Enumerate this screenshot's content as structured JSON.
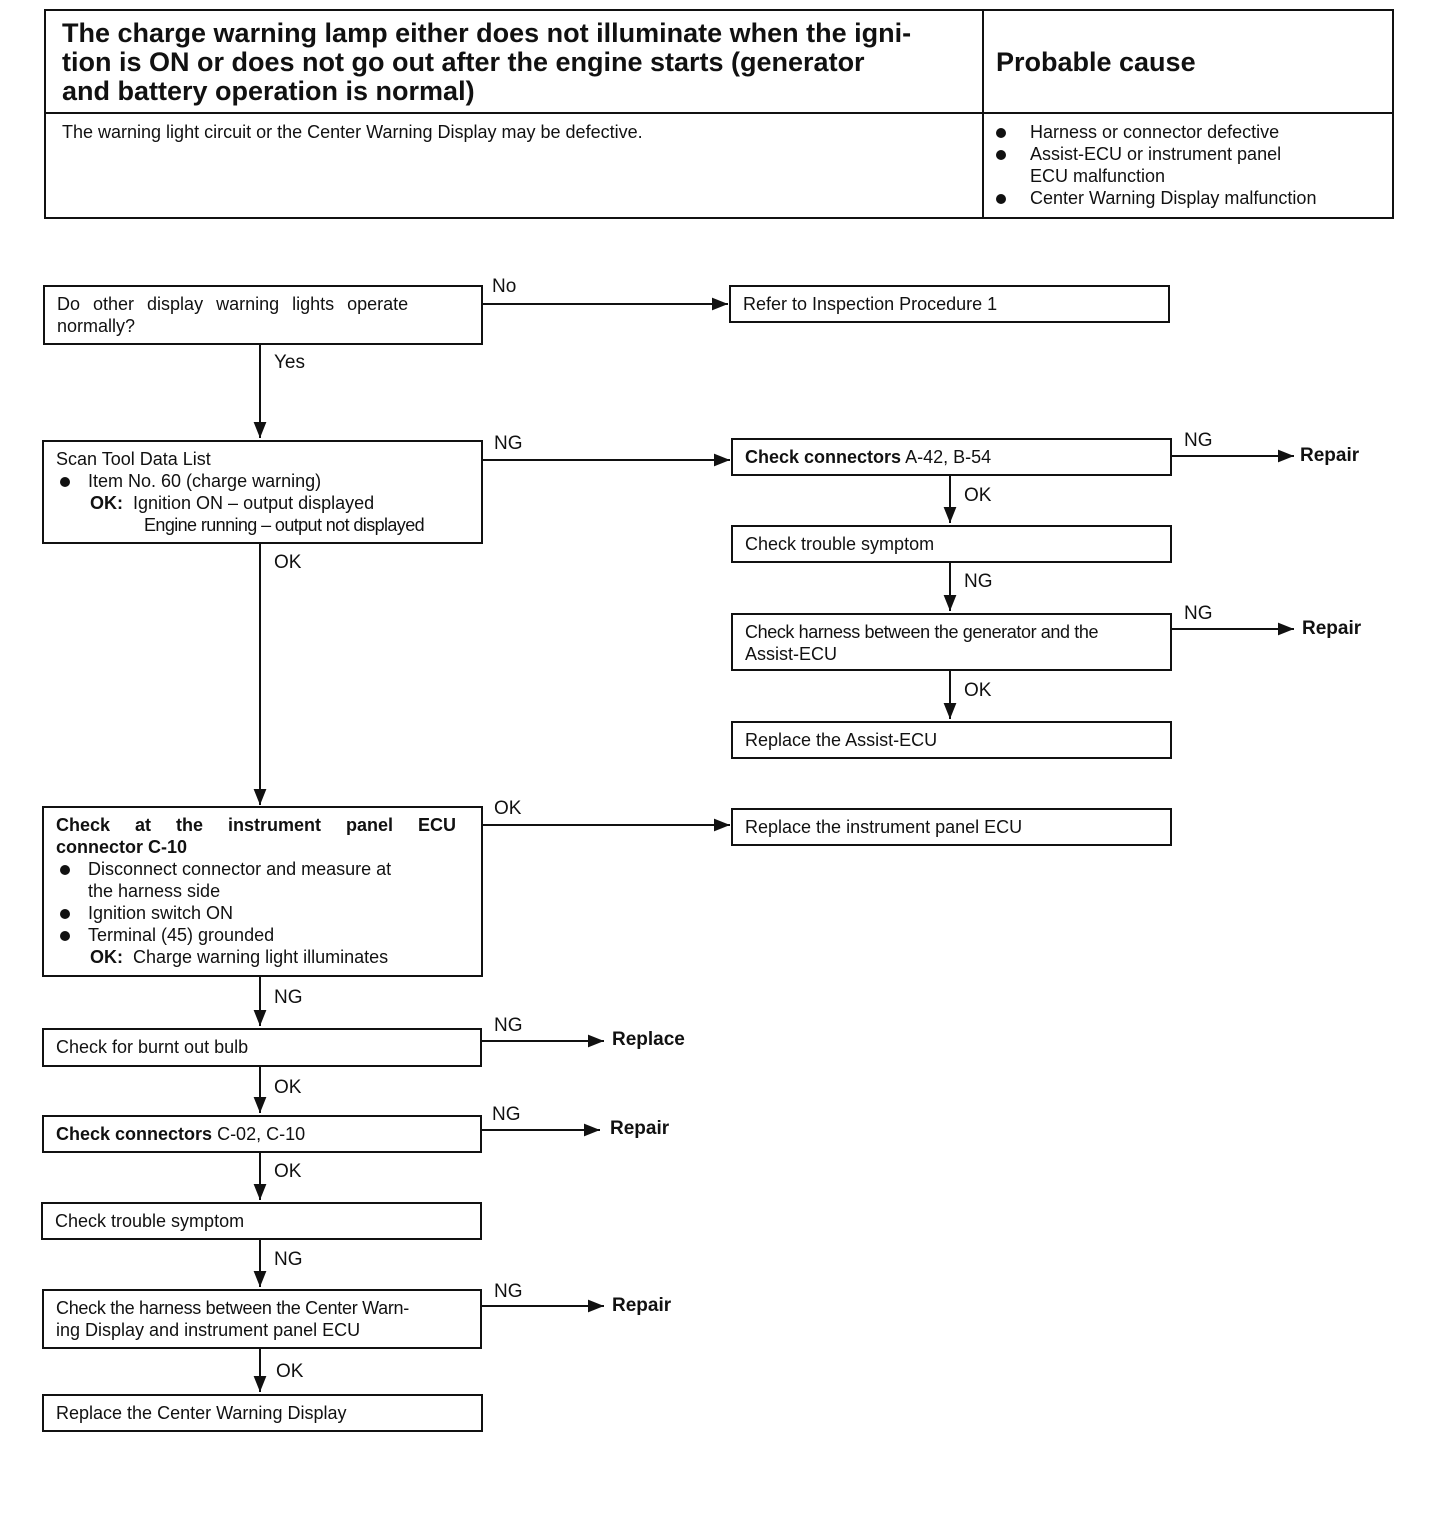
{
  "header_table": {
    "symptom_heading": "The charge warning lamp either does not illuminate when the ignition is ON or does not go out after the engine starts (generator and battery operation is normal)",
    "symptom_heading_lines": [
      "The charge warning lamp either does not illuminate when the igni-",
      "tion is ON or does not go out after the engine starts (generator",
      "and battery operation is normal)"
    ],
    "cause_heading": "Probable cause",
    "description": "The warning light circuit or the Center Warning Display may be defective.",
    "causes": [
      "Harness or connector defective",
      "Assist-ECU or instrument panel ECU malfunction",
      "Center Warning Display malfunction"
    ],
    "cause_lines": {
      "c1": "Harness or connector defective",
      "c2a": "Assist-ECU or instrument panel",
      "c2b": "ECU malfunction",
      "c3": "Center Warning Display malfunction"
    }
  },
  "flow": {
    "q_other_lights": [
      "Do other display warning lights operate",
      "normally?"
    ],
    "refer_proc": "Refer to Inspection Procedure 1",
    "scan_tool": {
      "title": "Scan Tool Data List",
      "item": "Item No. 60 (charge warning)",
      "ok_label": "OK:",
      "ok_line1": "Ignition ON – output displayed",
      "ok_line2": "Engine running – output not displayed"
    },
    "check_conn_a42": {
      "bold": "Check connectors",
      "rest": " A-42, B-54"
    },
    "check_trouble_1": "Check trouble symptom",
    "check_harness_gen": [
      "Check harness between the generator and the",
      "Assist-ECU"
    ],
    "replace_assist": "Replace the Assist-ECU",
    "check_ip_ecu": {
      "title_line1": "Check at the instrument panel ECU",
      "title_line2": "connector C-10",
      "b1_line1": "Disconnect connector and measure at",
      "b1_line2": "the harness side",
      "b2": "Ignition switch ON",
      "b3": "Terminal (45) grounded",
      "ok_label": "OK:",
      "ok_text": "Charge warning light illuminates"
    },
    "replace_ip_ecu": "Replace the instrument panel ECU",
    "check_bulb": "Check for burnt out bulb",
    "check_conn_c02": {
      "bold": "Check connectors",
      "rest": " C-02, C-10"
    },
    "check_trouble_2": "Check trouble symptom",
    "check_harness_cwd": [
      "Check the harness between the Center Warn-",
      "ing Display and instrument panel ECU"
    ],
    "replace_cwd": "Replace the Center Warning Display",
    "labels": {
      "no": "No",
      "yes": "Yes",
      "ng": "NG",
      "ok": "OK"
    },
    "terminals": {
      "repair": "Repair",
      "replace": "Replace"
    }
  }
}
